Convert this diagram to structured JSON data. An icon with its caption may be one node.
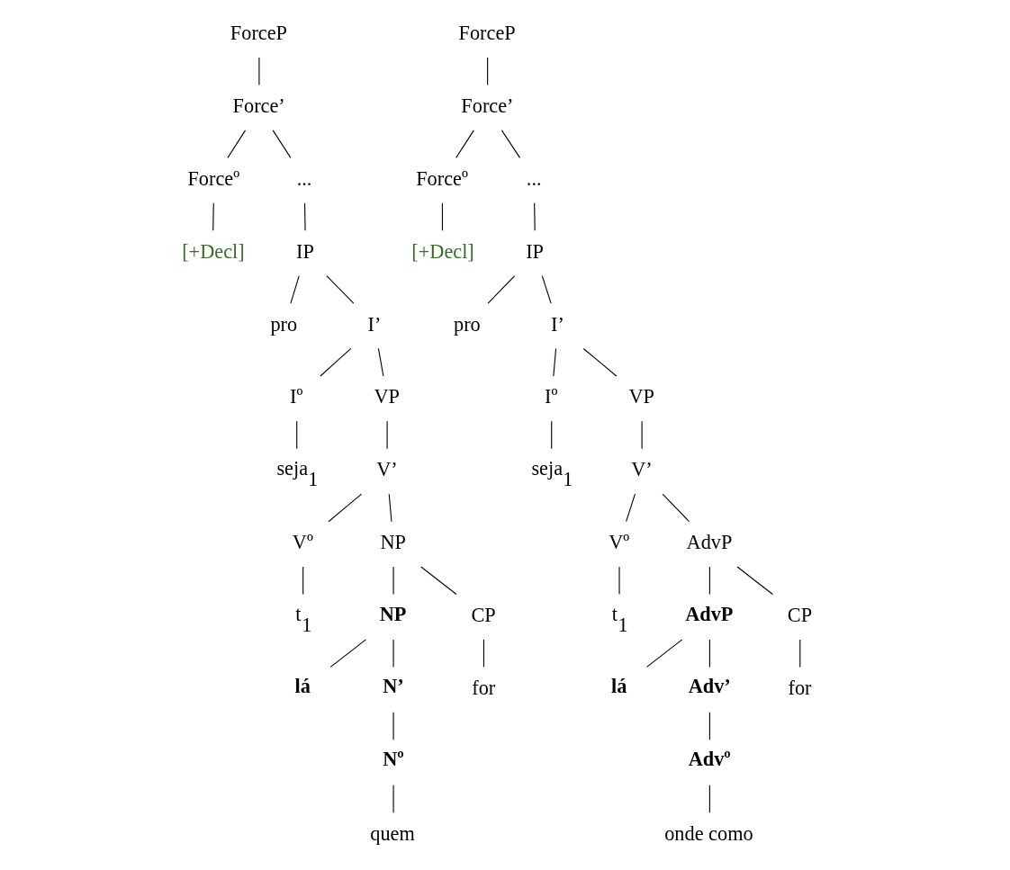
{
  "diagram": {
    "nodes": [
      {
        "text": [
          "ForceP"
        ]
      },
      {
        "text": [
          "Force’"
        ]
      },
      {
        "text": [
          "Forceº"
        ]
      },
      {
        "text": [
          "..."
        ]
      },
      {
        "text": [
          "[+Decl]"
        ]
      },
      {
        "text": [
          "IP"
        ]
      },
      {
        "text": [
          "pro"
        ]
      },
      {
        "text": [
          "I’"
        ]
      },
      {
        "text": [
          "Iº"
        ]
      },
      {
        "text": [
          "VP"
        ]
      },
      {
        "text": [
          "seja$_{1}$"
        ]
      },
      {
        "text": [
          "V’"
        ]
      },
      {
        "text": [
          "Vº"
        ]
      },
      {
        "text": [
          "NP"
        ]
      },
      {
        "text": [
          "t$_{1}$"
        ]
      },
      {
        "text": [
          "**NP**"
        ]
      },
      {
        "text": [
          "CP"
        ]
      },
      {
        "text": [
          "**lá**"
        ]
      },
      {
        "text": [
          "**N’**"
        ]
      },
      {
        "text": [
          "for"
        ]
      },
      {
        "text": [
          "**Nº**"
        ]
      },
      {
        "text": [
          "quem"
        ]
      },
      {
        "text": [
          "ForceP"
        ]
      },
      {
        "text": [
          "Force’"
        ]
      },
      {
        "text": [
          "Forceº"
        ]
      },
      {
        "text": [
          "..."
        ]
      },
      {
        "text": [
          "[+Decl]"
        ]
      },
      {
        "text": [
          "IP"
        ]
      },
      {
        "text": [
          "pro"
        ]
      },
      {
        "text": [
          "I’"
        ]
      },
      {
        "text": [
          "Iº"
        ]
      },
      {
        "text": [
          "VP"
        ]
      },
      {
        "text": [
          "seja$_{1}$"
        ]
      },
      {
        "text": [
          "V’"
        ]
      },
      {
        "text": [
          "Vº"
        ]
      },
      {
        "text": [
          "AdvP"
        ]
      },
      {
        "text": [
          "t$_{1}$"
        ]
      },
      {
        "text": [
          "**AdvP**"
        ]
      },
      {
        "text": [
          "CP"
        ]
      },
      {
        "text": [
          "**lá**"
        ]
      },
      {
        "text": [
          "**Adv’**"
        ]
      },
      {
        "text": [
          "for"
        ]
      },
      {
        "text": [
          "**Advº**"
        ]
      },
      {
        "text": [
          "onde como"
        ]
      }
    ],
    "edges": [
      {
        "from": 0,
        "to": 1,
        "arrow": "none"
      },
      {
        "from": 1,
        "to": 2,
        "arrow": "none"
      },
      {
        "from": 1,
        "to": 3,
        "arrow": "none"
      },
      {
        "from": 2,
        "to": 4,
        "arrow": "none"
      },
      {
        "from": 3,
        "to": 5,
        "arrow": "none"
      },
      {
        "from": 5,
        "to": 6,
        "arrow": "none"
      },
      {
        "from": 5,
        "to": 7,
        "arrow": "none"
      },
      {
        "from": 7,
        "to": 8,
        "arrow": "none"
      },
      {
        "from": 7,
        "to": 9,
        "arrow": "none"
      },
      {
        "from": 8,
        "to": 10,
        "arrow": "none"
      },
      {
        "from": 9,
        "to": 11,
        "arrow": "none"
      },
      {
        "from": 11,
        "to": 12,
        "arrow": "none"
      },
      {
        "from": 11,
        "to": 13,
        "arrow": "none"
      },
      {
        "from": 12,
        "to": 14,
        "arrow": "none"
      },
      {
        "from": 13,
        "to": 15,
        "arrow": "none"
      },
      {
        "from": 13,
        "to": 16,
        "arrow": "none"
      },
      {
        "from": 15,
        "to": 17,
        "arrow": "none"
      },
      {
        "from": 15,
        "to": 18,
        "arrow": "none"
      },
      {
        "from": 16,
        "to": 19,
        "arrow": "none"
      },
      {
        "from": 18,
        "to": 20,
        "arrow": "none"
      },
      {
        "from": 20,
        "to": 21,
        "arrow": "none"
      },
      {
        "from": 22,
        "to": 23,
        "arrow": "none"
      },
      {
        "from": 23,
        "to": 24,
        "arrow": "none"
      },
      {
        "from": 23,
        "to": 25,
        "arrow": "none"
      },
      {
        "from": 24,
        "to": 26,
        "arrow": "none"
      },
      {
        "from": 25,
        "to": 27,
        "arrow": "none"
      },
      {
        "from": 27,
        "to": 28,
        "arrow": "none"
      },
      {
        "from": 27,
        "to": 29,
        "arrow": "none"
      },
      {
        "from": 29,
        "to": 30,
        "arrow": "none"
      },
      {
        "from": 29,
        "to": 31,
        "arrow": "none"
      },
      {
        "from": 30,
        "to": 32,
        "arrow": "none"
      },
      {
        "from": 31,
        "to": 33,
        "arrow": "none"
      },
      {
        "from": 33,
        "to": 34,
        "arrow": "none"
      },
      {
        "from": 33,
        "to": 35,
        "arrow": "none"
      },
      {
        "from": 34,
        "to": 36,
        "arrow": "none"
      },
      {
        "from": 35,
        "to": 37,
        "arrow": "none"
      },
      {
        "from": 35,
        "to": 38,
        "arrow": "none"
      },
      {
        "from": 37,
        "to": 39,
        "arrow": "none"
      },
      {
        "from": 37,
        "to": 40,
        "arrow": "none"
      },
      {
        "from": 38,
        "to": 41,
        "arrow": "none"
      },
      {
        "from": 40,
        "to": 42,
        "arrow": "none"
      },
      {
        "from": 42,
        "to": 43,
        "arrow": "none"
      }
    ]
  }
}
